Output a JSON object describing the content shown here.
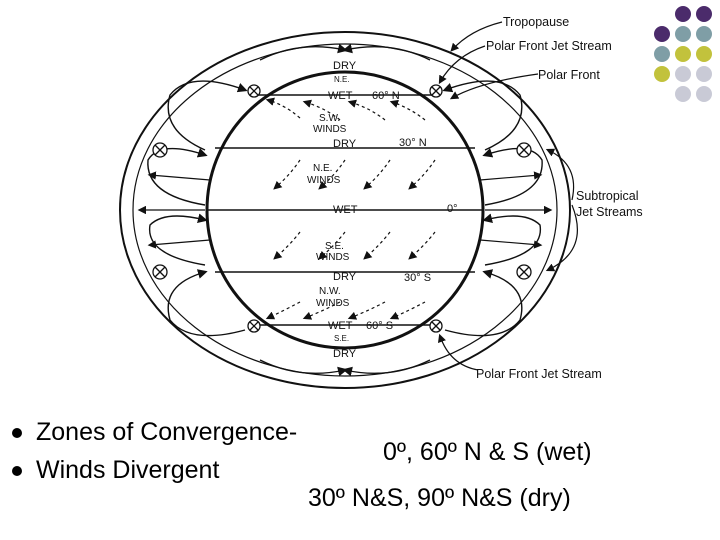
{
  "colors": {
    "grid_purple": "#4b2b6b",
    "grid_teal": "#7f9ea6",
    "grid_olive": "#c2c23c",
    "grid_gray": "#c9cad6"
  },
  "deco_grid_rows": [
    [
      "",
      "purple",
      "purple"
    ],
    [
      "purple",
      "teal",
      "teal"
    ],
    [
      "teal",
      "olive",
      "olive"
    ],
    [
      "olive",
      "gray",
      "gray"
    ],
    [
      "",
      "gray",
      "gray"
    ]
  ],
  "diagram": {
    "callouts": {
      "tropopause": "Tropopause",
      "polar_front_jet_top": "Polar Front Jet Stream",
      "polar_front": "Polar Front",
      "subtropical_1": "Subtropical",
      "subtropical_2": "Jet Streams",
      "polar_front_jet_bottom": "Polar Front Jet Stream"
    },
    "band_labels": {
      "dry_top": "DRY",
      "ne_top": "N.E.",
      "wet_top": "WET",
      "lat_60n": "60° N",
      "sw": "S.W.",
      "winds_sw": "WINDS",
      "dry_30n": "DRY",
      "lat_30n": "30° N",
      "ne": "N.E.",
      "winds_ne": "WINDS",
      "wet_eq": "WET",
      "lat_0": "0°",
      "se": "S.E.",
      "winds_se": "WINDS",
      "dry_30s": "DRY",
      "lat_30s": "30° S",
      "nw": "N.W.",
      "winds_nw": "WINDS",
      "wet_bottom": "WET",
      "lat_60s": "60° S",
      "se_bottom": "S.E.",
      "dry_bottom": "DRY"
    }
  },
  "bullets": [
    {
      "text": "Zones of Convergence-"
    },
    {
      "text": "Winds Divergent"
    }
  ],
  "notes": {
    "wet": "0º, 60º N & S  (wet)",
    "dry": "30º N&S, 90º N&S (dry)"
  }
}
